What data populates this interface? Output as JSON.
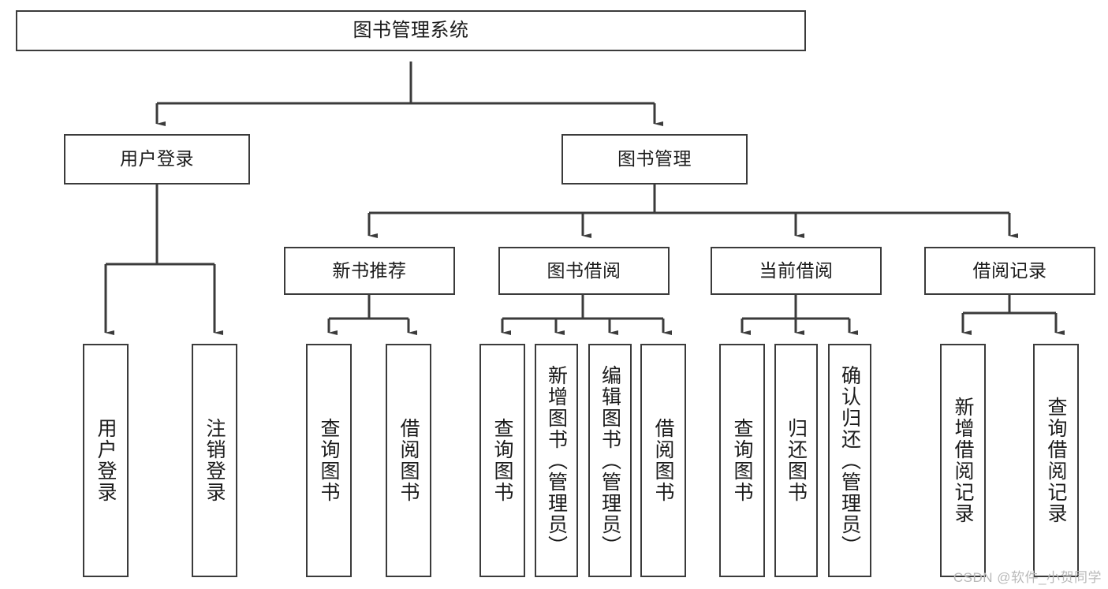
{
  "diagram": {
    "title": "图书管理系统",
    "watermark": "CSDN @软件_小贺同学",
    "line_color": "#3b3b3b",
    "box_fill": "#ffffff",
    "text_color": "#1b1b1b",
    "watermark_color": "#b9b9b9",
    "type": "tree-hierarchy",
    "levels": 4
  },
  "root": {
    "label": "图书管理系统"
  },
  "level2": [
    {
      "label": "用户登录"
    },
    {
      "label": "图书管理"
    }
  ],
  "level3": [
    {
      "label": "新书推荐"
    },
    {
      "label": "图书借阅"
    },
    {
      "label": "当前借阅"
    },
    {
      "label": "借阅记录"
    }
  ],
  "leaves": {
    "user_login": [
      {
        "label": "用户登录"
      },
      {
        "label": "注销登录"
      }
    ],
    "new_book_recommend": [
      {
        "label": "查询图书"
      },
      {
        "label": "借阅图书"
      }
    ],
    "book_borrow": [
      {
        "label": "查询图书"
      },
      {
        "label": "新增图书（管理员）"
      },
      {
        "label": "编辑图书（管理员）"
      },
      {
        "label": "借阅图书"
      }
    ],
    "current_borrow": [
      {
        "label": "查询图书"
      },
      {
        "label": "归还图书"
      },
      {
        "label": "确认归还（管理员）"
      }
    ],
    "borrow_record": [
      {
        "label": "新增借阅记录"
      },
      {
        "label": "查询借阅记录"
      }
    ]
  }
}
